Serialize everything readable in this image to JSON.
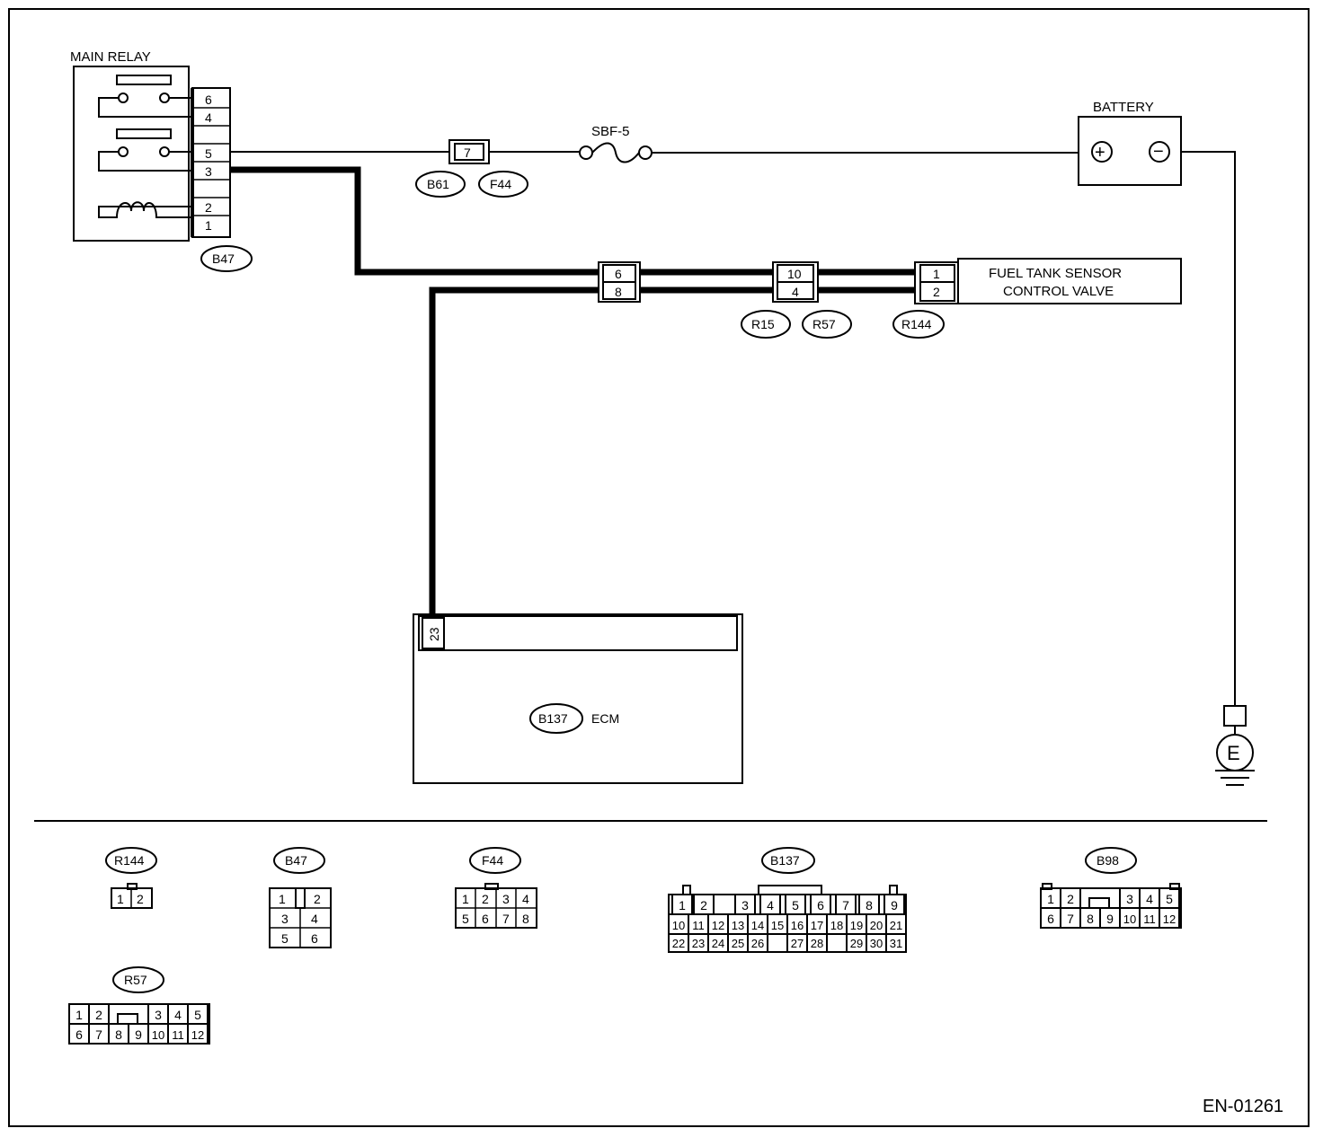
{
  "labels": {
    "main_relay": "MAIN RELAY",
    "battery": "BATTERY",
    "sbf": "SBF-5",
    "fuel_tank_line1": "FUEL TANK SENSOR",
    "fuel_tank_line2": "CONTROL VALVE",
    "ecm": "ECM",
    "ground": "E",
    "plus": "+",
    "minus": "−",
    "diagram_code": "EN-01261"
  },
  "connectors": {
    "b47": "B47",
    "b61": "B61",
    "f44": "F44",
    "r15": "R15",
    "r57": "R57",
    "r144": "R144",
    "b137": "B137",
    "b98": "B98"
  },
  "pins": {
    "relay": [
      "6",
      "4",
      "5",
      "3",
      "2",
      "1"
    ],
    "fuse_block": "7",
    "mid_connector": [
      "6",
      "8"
    ],
    "r_connector": [
      "10",
      "4"
    ],
    "valve": [
      "1",
      "2"
    ],
    "ecm": "23"
  },
  "connector_faces": {
    "r144": [
      [
        "1",
        "2"
      ]
    ],
    "b47": [
      [
        "1",
        "2"
      ],
      [
        "3",
        "4"
      ],
      [
        "5",
        "6"
      ]
    ],
    "f44": [
      [
        "1",
        "2",
        "3",
        "4"
      ],
      [
        "5",
        "6",
        "7",
        "8"
      ]
    ],
    "b137": [
      [
        "1",
        "2",
        "3",
        "4",
        "5",
        "6",
        "7",
        "8",
        "9"
      ],
      [
        "10",
        "11",
        "12",
        "13",
        "14",
        "15",
        "16",
        "17",
        "18",
        "19",
        "20",
        "21"
      ],
      [
        "22",
        "23",
        "24",
        "25",
        "26",
        "27",
        "28",
        "29",
        "30",
        "31"
      ]
    ],
    "b98": [
      [
        "1",
        "2",
        "3",
        "4",
        "5"
      ],
      [
        "6",
        "7",
        "8",
        "9",
        "10",
        "11",
        "12"
      ]
    ],
    "r57": [
      [
        "1",
        "2",
        "3",
        "4",
        "5"
      ],
      [
        "6",
        "7",
        "8",
        "9",
        "10",
        "11",
        "12"
      ]
    ]
  }
}
